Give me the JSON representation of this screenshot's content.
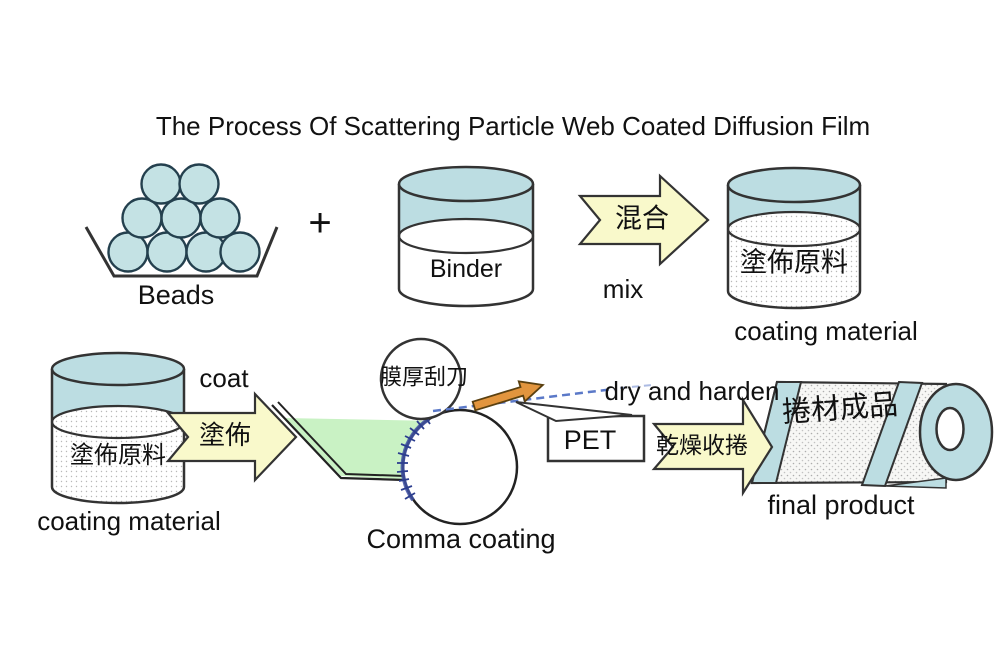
{
  "title": "The Process Of Scattering Particle Web Coated Diffusion Film",
  "stage1": {
    "beads_label": "Beads",
    "plus_sign": "+",
    "binder_label": "Binder",
    "mix_cn": "混合",
    "mix_en": "mix",
    "coating_cn": "塗佈原料",
    "coating_en": "coating material"
  },
  "stage2": {
    "coating_cn": "塗佈原料",
    "coating_en": "coating material",
    "coat_en": "coat",
    "coat_cn": "塗佈",
    "scraper_cn": "膜厚刮刀",
    "comma_label": "Comma coating",
    "pet_label": "PET",
    "dry_en": "dry and harden",
    "dry_cn": "乾燥收捲",
    "final_cn": "捲材成品",
    "final_en": "final product"
  },
  "colors": {
    "fill_blue": "#bcdde2",
    "fill_green": "#c9f2c4",
    "fill_yellow": "#f9f9cb",
    "fill_orange": "#e2953e",
    "outline": "#333333",
    "hatch_blue": "#3f51a5",
    "dash_blue": "#5b79c8"
  }
}
